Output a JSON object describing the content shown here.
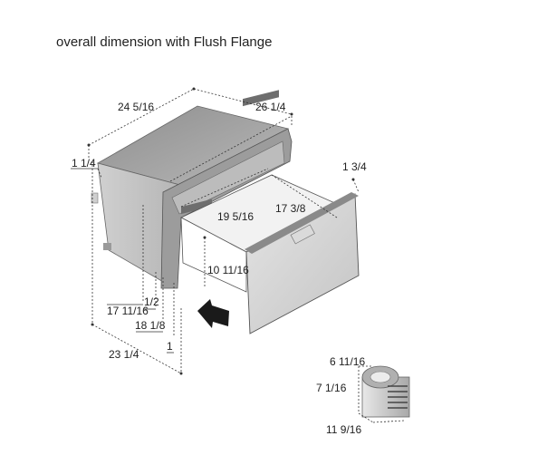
{
  "caption": "overall dimension with Flush Flange",
  "dimensions": {
    "width_total": "24 5/16",
    "depth_top": "26 1/4",
    "flange_left": "1 1/4",
    "drawer_front": "1 3/4",
    "inner_width": "19 5/16",
    "inner_depth": "17 3/8",
    "inner_height": "10 11/16",
    "height": "17 11/16",
    "half": "1/2",
    "flange_height": "18 1/8",
    "one": "1",
    "depth_bottom": "23 1/4"
  },
  "unit_dims": {
    "width": "6 11/16",
    "height": "7 1/16",
    "depth": "11 9/16"
  }
}
